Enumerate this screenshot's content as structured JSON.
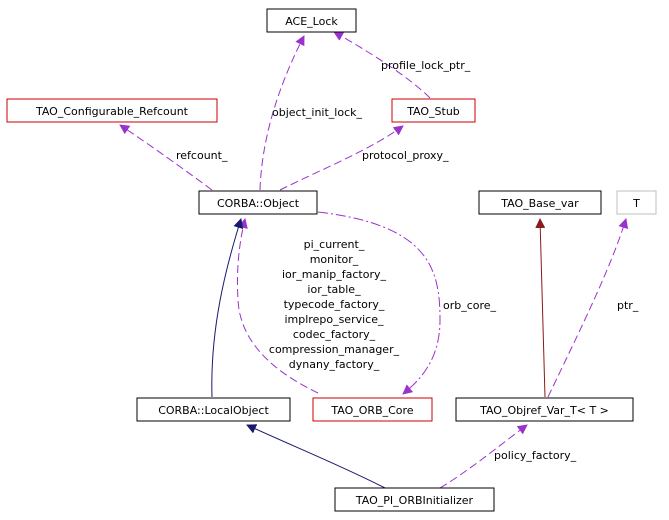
{
  "nodes": {
    "ace_lock": {
      "label": "ACE_Lock",
      "border": "#000000",
      "fill": "#ffffff"
    },
    "tao_configurable_refcount": {
      "label": "TAO_Configurable_Refcount",
      "border": "#cc0000",
      "fill": "#ffffff"
    },
    "tao_stub": {
      "label": "TAO_Stub",
      "border": "#cc0000",
      "fill": "#ffffff"
    },
    "corba_object": {
      "label": "CORBA::Object",
      "border": "#000000",
      "fill": "#ffffff"
    },
    "tao_base_var": {
      "label": "TAO_Base_var",
      "border": "#000000",
      "fill": "#ffffff"
    },
    "t": {
      "label": "T",
      "border": "#bfbfbf",
      "fill": "#ffffff"
    },
    "corba_localobject": {
      "label": "CORBA::LocalObject",
      "border": "#000000",
      "fill": "#ffffff"
    },
    "tao_orb_core": {
      "label": "TAO_ORB_Core",
      "border": "#cc0000",
      "fill": "#ffffff"
    },
    "tao_objref_var_t": {
      "label": "TAO_Objref_Var_T< T >",
      "border": "#000000",
      "fill": "#ffffff"
    },
    "tao_pi_orbinitializer": {
      "label": "TAO_PI_ORBInitializer",
      "border": "#000000",
      "fill": "#bfbfbf"
    }
  },
  "edge_labels": {
    "profile_lock_ptr": "profile_lock_ptr_",
    "object_init_lock": "object_init_lock_",
    "refcount": "refcount_",
    "protocol_proxy": "protocol_proxy_",
    "orb_core": "orb_core_",
    "ptr": "ptr_",
    "policy_factory": "policy_factory_",
    "orb_core_members": [
      "pi_current_",
      "monitor_",
      "ior_manip_factory_",
      "ior_table_",
      "typecode_factory_",
      "implrepo_service_",
      "codec_factory_",
      "compression_manager_",
      "dynany_factory_"
    ]
  },
  "colors": {
    "usage": "#9a32cd",
    "inheritance": "#191970",
    "template": "#8b1a1a"
  }
}
